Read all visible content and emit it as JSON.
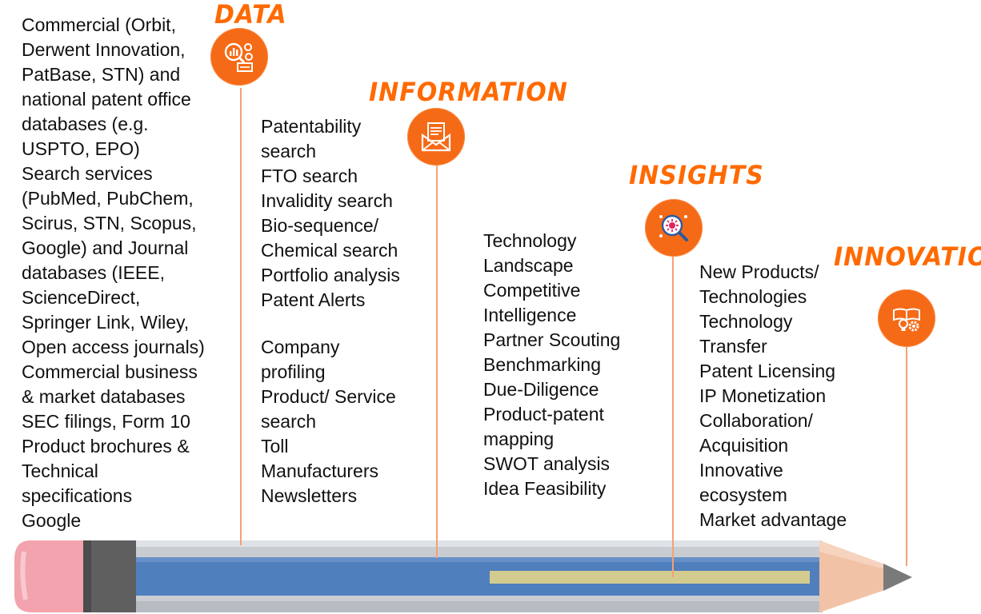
{
  "colors": {
    "accent": "#ff6a00",
    "icon_circle": "#f56a16",
    "connector": "#f6a173",
    "pencil_body": "#4f7fbd",
    "pencil_rim": "#c9cdd2",
    "eraser": "#f3a3ae",
    "ferrule": "#5f5f5f",
    "wood": "#f2c2a6",
    "lead": "#7a7a7a",
    "highlight_band": "#d4cb8f"
  },
  "stages": [
    {
      "title": "DATA",
      "icon": "data-analysis-icon",
      "items": [
        "Commercial (Orbit,\nDerwent Innovation,\nPatBase, STN) and\nnational patent office\ndatabases (e.g.\nUSPTO, EPO)",
        "Search services\n(PubMed, PubChem,\nScirus, STN, Scopus,\nGoogle) and Journal\ndatabases (IEEE,\nScienceDirect,\nSpringer Link, Wiley,\nOpen access journals)",
        "Commercial business\n& market databases",
        "SEC filings, Form 10",
        "Product brochures &\nTechnical\nspecifications",
        "Google"
      ]
    },
    {
      "title": "INFORMATION",
      "icon": "envelope-document-icon",
      "items_a": [
        "Patentability\nsearch",
        "FTO search",
        "Invalidity search",
        "Bio-sequence/\nChemical search",
        "Portfolio analysis",
        "Patent Alerts"
      ],
      "items_b": [
        "Company\nprofiling",
        "Product/ Service\nsearch",
        "Toll\nManufacturers",
        "Newsletters"
      ]
    },
    {
      "title": "INSIGHTS",
      "icon": "magnifier-virus-icon",
      "items": [
        "Technology\nLandscape",
        "Competitive\nIntelligence",
        "Partner Scouting",
        "Benchmarking",
        "Due-Diligence",
        "Product-patent\nmapping",
        "SWOT analysis",
        "Idea Feasibility"
      ]
    },
    {
      "title": "INNOVATION",
      "icon": "book-lightbulb-gear-icon",
      "items": [
        "New Products/\nTechnologies",
        "Technology\nTransfer",
        "Patent Licensing",
        "IP Monetization",
        "Collaboration/\nAcquisition",
        "Innovative\necosystem",
        "Market advantage"
      ]
    }
  ]
}
